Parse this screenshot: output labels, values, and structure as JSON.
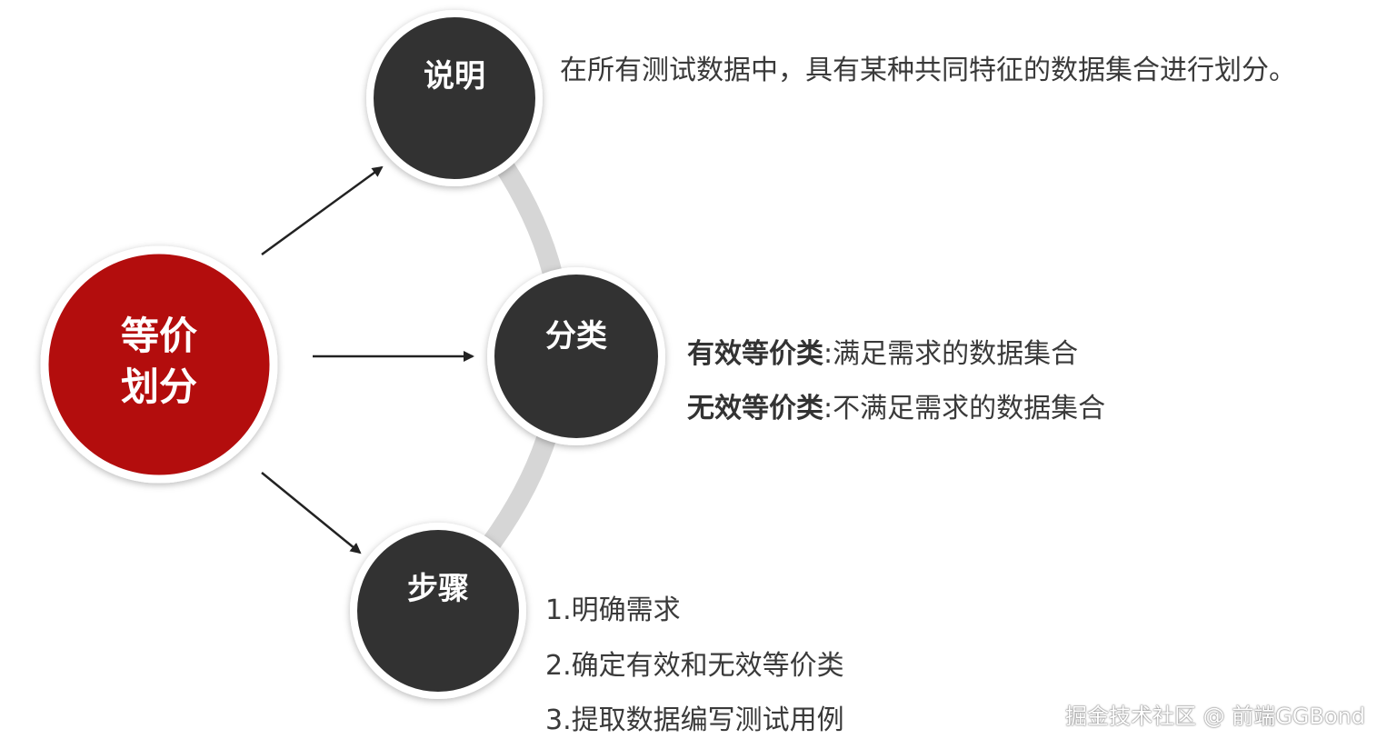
{
  "colors": {
    "center": "#b30d10",
    "node": "#333333",
    "ring": "#ffffff",
    "arc": "#d6d6d6",
    "arrow": "#222222"
  },
  "center_node": {
    "line1": "等价",
    "line2": "划分"
  },
  "nodes": {
    "explain": {
      "label": "说明"
    },
    "classify": {
      "label": "分类"
    },
    "steps": {
      "label": "步骤"
    }
  },
  "explain_text": "在所有测试数据中，具有某种共同特征的数据集合进行划分。",
  "classify_items": [
    {
      "term": "有效等价类",
      "sep": ":",
      "desc": "满足需求的数据集合"
    },
    {
      "term": "无效等价类",
      "sep": ":",
      "desc": "不满足需求的数据集合"
    }
  ],
  "steps_items": [
    "1.明确需求",
    "2.确定有效和无效等价类",
    "3.提取数据编写测试用例"
  ],
  "watermark": "掘金技术社区 @ 前端GGBond"
}
